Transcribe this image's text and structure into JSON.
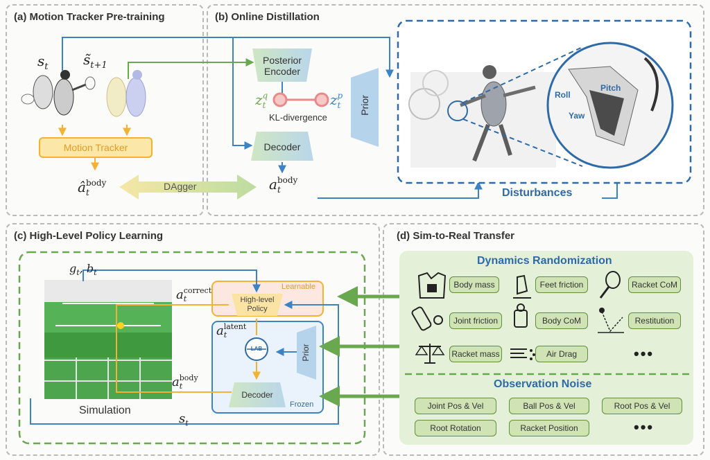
{
  "panels": {
    "a": {
      "title": "(a) Motion Tracker Pre-training"
    },
    "b": {
      "title": "(b) Online Distillation"
    },
    "c": {
      "title": "(c) High-Level Policy Learning"
    },
    "d": {
      "title": "(d) Sim-to-Real Transfer"
    }
  },
  "a": {
    "state": "s",
    "state_sub": "t",
    "next_state": "s̃",
    "next_state_sub": "t+1",
    "tracker": "Motion Tracker",
    "action": "â",
    "action_sub": "t",
    "action_sup": "body"
  },
  "b": {
    "posterior_line1": "Posterior",
    "posterior_line2": "Encoder",
    "prior": "Prior",
    "zq": "z",
    "zq_sub": "t",
    "zq_sup": "q",
    "zp": "z",
    "zp_sub": "t",
    "zp_sup": "p",
    "kl": "KL-divergence",
    "decoder": "Decoder",
    "action": "a",
    "action_sub": "t",
    "action_sup": "body",
    "dagger": "DAgger",
    "roll": "Roll",
    "pitch": "Pitch",
    "yaw": "Yaw",
    "disturbances": "Disturbances"
  },
  "c": {
    "goal": "g",
    "goal_sub": "t",
    "goal2": ", b",
    "goal2_sub": "t",
    "a_correct": "a",
    "a_correct_sub": "t",
    "a_correct_sup": "correct",
    "learnable": "Learnable",
    "policy_line1": "High-level",
    "policy_line2": "Policy",
    "a_latent": "a",
    "a_latent_sub": "t",
    "a_latent_sup": "latent",
    "lab": "LAB",
    "prior": "Prior",
    "decoder": "Decoder",
    "frozen": "Frozen",
    "a_body": "a",
    "a_body_sub": "t",
    "a_body_sup": "body",
    "simulation": "Simulation",
    "state": "s",
    "state_sub": "t"
  },
  "d": {
    "dynamics_title": "Dynamics Randomization",
    "dynamics_items": [
      "Body mass",
      "Feet friction",
      "Racket CoM",
      "Joint friction",
      "Body CoM",
      "Restitution",
      "Racket mass",
      "Air Drag",
      "•••"
    ],
    "noise_title": "Observation Noise",
    "noise_items": [
      "Joint Pos & Vel",
      "Ball Pos & Vel",
      "Root Pos & Vel",
      "Root Rotation",
      "Racket Position",
      "•••"
    ]
  },
  "colors": {
    "blue": "#3d83c4",
    "green": "#6aa84f",
    "orange": "#f2b233",
    "dark_blue": "#2e6aa8",
    "red": "#e88a8a"
  }
}
